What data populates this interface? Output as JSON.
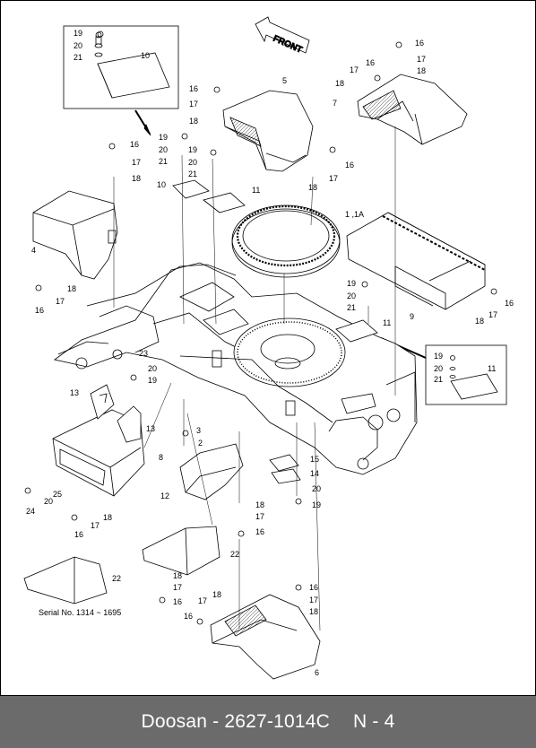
{
  "diagram": {
    "front_label": "FRONT",
    "serial_note": "Serial No. 1314 ~ 1695",
    "callouts": [
      {
        "id": "c19a",
        "text": "19"
      },
      {
        "id": "c20a",
        "text": "20"
      },
      {
        "id": "c21a",
        "text": "21"
      },
      {
        "id": "c10a",
        "text": "10"
      },
      {
        "id": "c16a",
        "text": "16"
      },
      {
        "id": "c17a",
        "text": "17"
      },
      {
        "id": "c18a",
        "text": "18"
      },
      {
        "id": "c5",
        "text": "5"
      },
      {
        "id": "c16b",
        "text": "16"
      },
      {
        "id": "c17b",
        "text": "17"
      },
      {
        "id": "c18b",
        "text": "18"
      },
      {
        "id": "c16c",
        "text": "16"
      },
      {
        "id": "c17c",
        "text": "17"
      },
      {
        "id": "c18c",
        "text": "18"
      },
      {
        "id": "c7",
        "text": "7"
      },
      {
        "id": "c19b",
        "text": "19"
      },
      {
        "id": "c20b",
        "text": "20"
      },
      {
        "id": "c21b",
        "text": "21"
      },
      {
        "id": "c19c",
        "text": "19"
      },
      {
        "id": "c20c",
        "text": "20"
      },
      {
        "id": "c21c",
        "text": "21"
      },
      {
        "id": "c16d",
        "text": "16"
      },
      {
        "id": "c17d",
        "text": "17"
      },
      {
        "id": "c18d",
        "text": "18"
      },
      {
        "id": "c16e",
        "text": "16"
      },
      {
        "id": "c17e",
        "text": "17"
      },
      {
        "id": "c18e",
        "text": "18"
      },
      {
        "id": "c10b",
        "text": "10"
      },
      {
        "id": "c11a",
        "text": "11"
      },
      {
        "id": "c1",
        "text": "1 ,1A"
      },
      {
        "id": "c4",
        "text": "4"
      },
      {
        "id": "c16f",
        "text": "16"
      },
      {
        "id": "c17f",
        "text": "17"
      },
      {
        "id": "c18f",
        "text": "18"
      },
      {
        "id": "c19d",
        "text": "19"
      },
      {
        "id": "c20d",
        "text": "20"
      },
      {
        "id": "c21d",
        "text": "21"
      },
      {
        "id": "c16g",
        "text": "16"
      },
      {
        "id": "c17g",
        "text": "17"
      },
      {
        "id": "c18g",
        "text": "18"
      },
      {
        "id": "c9",
        "text": "9"
      },
      {
        "id": "c11b",
        "text": "11"
      },
      {
        "id": "c23",
        "text": "23"
      },
      {
        "id": "c20e",
        "text": "20"
      },
      {
        "id": "c19e",
        "text": "19"
      },
      {
        "id": "c19f",
        "text": "19"
      },
      {
        "id": "c20f",
        "text": "20"
      },
      {
        "id": "c21e",
        "text": "21"
      },
      {
        "id": "c11c",
        "text": "11"
      },
      {
        "id": "c13a",
        "text": "13"
      },
      {
        "id": "c13b",
        "text": "13"
      },
      {
        "id": "c3",
        "text": "3"
      },
      {
        "id": "c2",
        "text": "2"
      },
      {
        "id": "c8",
        "text": "8"
      },
      {
        "id": "c12",
        "text": "12"
      },
      {
        "id": "c15",
        "text": "15"
      },
      {
        "id": "c14",
        "text": "14"
      },
      {
        "id": "c20g",
        "text": "20"
      },
      {
        "id": "c19g",
        "text": "19"
      },
      {
        "id": "c25",
        "text": "25"
      },
      {
        "id": "c20h",
        "text": "20"
      },
      {
        "id": "c24",
        "text": "24"
      },
      {
        "id": "c17h",
        "text": "17"
      },
      {
        "id": "c18h",
        "text": "18"
      },
      {
        "id": "c16h",
        "text": "16"
      },
      {
        "id": "c18i",
        "text": "18"
      },
      {
        "id": "c17i",
        "text": "17"
      },
      {
        "id": "c16i",
        "text": "16"
      },
      {
        "id": "c22a",
        "text": "22"
      },
      {
        "id": "c22b",
        "text": "22"
      },
      {
        "id": "c18j",
        "text": "18"
      },
      {
        "id": "c17j",
        "text": "17"
      },
      {
        "id": "c16j",
        "text": "16"
      },
      {
        "id": "c16k",
        "text": "16"
      },
      {
        "id": "c17k",
        "text": "17"
      },
      {
        "id": "c18k",
        "text": "18"
      },
      {
        "id": "c17l",
        "text": "17"
      },
      {
        "id": "c18l",
        "text": "18"
      },
      {
        "id": "c16l",
        "text": "16"
      },
      {
        "id": "c6",
        "text": "6"
      }
    ]
  },
  "footer": {
    "part_ref": "Doosan - 2627-1014C",
    "page": "N - 4"
  }
}
